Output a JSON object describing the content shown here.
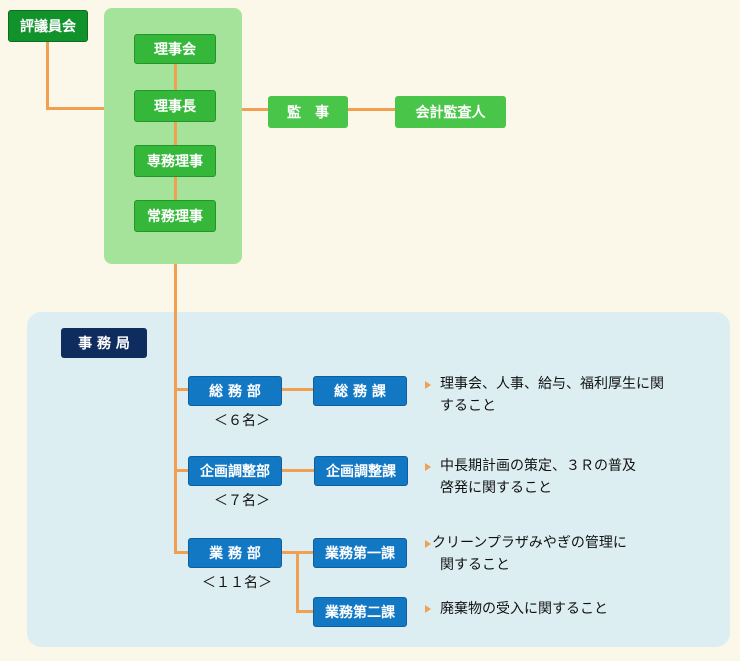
{
  "board": {
    "councillors": "評議員会",
    "directors_board": "理事会",
    "chairman": "理事長",
    "senior_director": "専務理事",
    "managing_director": "常務理事",
    "auditor": "監　事",
    "accounting_auditor": "会計監査人"
  },
  "office": {
    "title": "事 務 局",
    "departments": [
      {
        "name": "総 務 部",
        "count": "＜６名＞",
        "sections": [
          {
            "name": "総 務 課",
            "desc": [
              "理事会、人事、給与、福利厚生に関",
              "すること"
            ]
          }
        ]
      },
      {
        "name": "企画調整部",
        "count": "＜７名＞",
        "sections": [
          {
            "name": "企画調整課",
            "desc": [
              "中長期計画の策定、３Ｒの普及",
              "啓発に関すること"
            ]
          }
        ]
      },
      {
        "name": "業 務 部",
        "count": "＜１１名＞",
        "sections": [
          {
            "name": "業務第一課",
            "desc": [
              "クリーンプラザみやぎの管理に",
              "関すること"
            ]
          },
          {
            "name": "業務第二課",
            "desc": [
              "廃棄物の受入に関すること"
            ]
          }
        ]
      }
    ]
  },
  "colors": {
    "connector": "#f0a050",
    "board_panel": "#a6e39a",
    "office_panel": "#ddeef3",
    "green_box": "#35b83a",
    "navy_box": "#0f2c5e",
    "blue_box": "#1278c4"
  }
}
